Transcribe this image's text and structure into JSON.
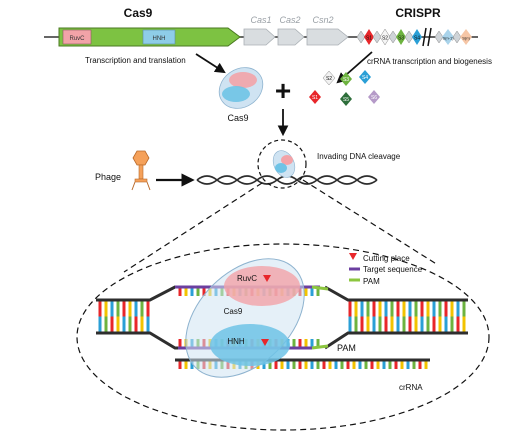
{
  "locus": {
    "cas9_label": "Cas9",
    "crispr_label": "CRISPR",
    "ruvc_domain": "RuvC",
    "hnh_domain": "HNH",
    "cas1": "Cas1",
    "cas2": "Cas2",
    "csn2": "Csn2",
    "array_spacers": [
      "S1",
      "S2",
      "S3",
      "S4",
      "S(n-1)",
      "S(n)"
    ]
  },
  "labels": {
    "transcription_translation": "Transcription and translation",
    "crrna_biogenesis": "crRNA transcription and biogenesis",
    "cas9_protein": "Cas9",
    "plus_sign": "+",
    "invading_dna_cleavage": "Invading DNA cleavage",
    "phage": "Phage",
    "loose_spacers": [
      "S2",
      "S3",
      "S4",
      "S1",
      "S5",
      "S6"
    ]
  },
  "zoom": {
    "ruvc": "RuvC",
    "hnh": "HNH",
    "cas9": "Cas9",
    "pam": "PAM",
    "crrna": "crRNA",
    "legend": [
      {
        "label": "Cutting place",
        "color": "#e8262a"
      },
      {
        "label": "Target sequence",
        "color": "#6b3fa0"
      },
      {
        "label": "PAM",
        "color": "#8cc63f"
      }
    ]
  },
  "colors": {
    "cas9_gene": "#7dc242",
    "ruvc_box": "#f2a3a8",
    "hnh_box": "#8ecde8",
    "cas_genes": "#d9dde0",
    "phage": "#f5a15a",
    "cut_marker": "#e8262a",
    "target": "#6b3fa0",
    "pam": "#8cc63f",
    "dna_backbone": "#2e2e2e"
  }
}
